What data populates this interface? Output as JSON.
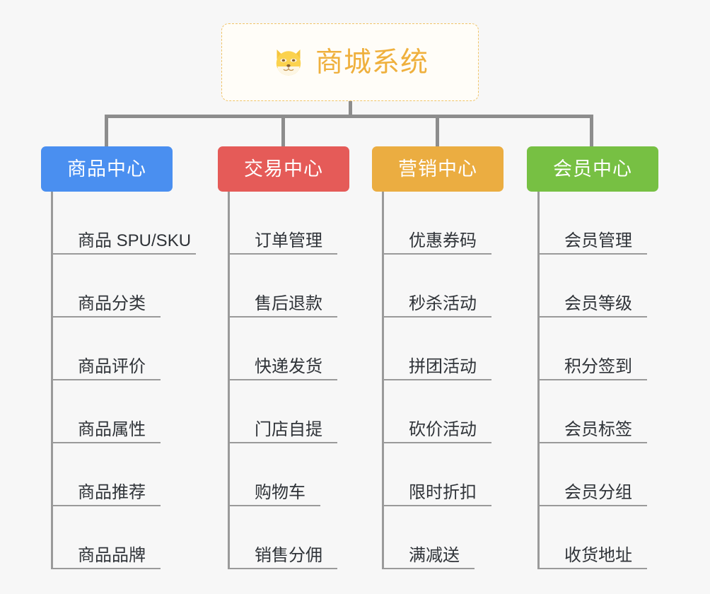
{
  "root": {
    "title": "商城系统",
    "icon": "shiba-dog-face-icon",
    "border_color": "#f0c469",
    "text_color": "#efb03d",
    "background": "#fffdf8"
  },
  "canvas": {
    "background": "#f7f7f7",
    "connector_color": "#8d8d8d",
    "leaf_line_color": "#9a9a9a"
  },
  "branches": [
    {
      "label": "商品中心",
      "color": "#4a8ff0",
      "leaves": [
        "商品 SPU/SKU",
        "商品分类",
        "商品评价",
        "商品属性",
        "商品推荐",
        "商品品牌"
      ]
    },
    {
      "label": "交易中心",
      "color": "#e55b58",
      "leaves": [
        "订单管理",
        "售后退款",
        "快递发货",
        "门店自提",
        "购物车",
        "销售分佣"
      ]
    },
    {
      "label": "营销中心",
      "color": "#ebad41",
      "leaves": [
        "优惠券码",
        "秒杀活动",
        "拼团活动",
        "砍价活动",
        "限时折扣",
        "满减送"
      ]
    },
    {
      "label": "会员中心",
      "color": "#77c043",
      "leaves": [
        "会员管理",
        "会员等级",
        "积分签到",
        "会员标签",
        "会员分组",
        "收货地址"
      ]
    }
  ]
}
